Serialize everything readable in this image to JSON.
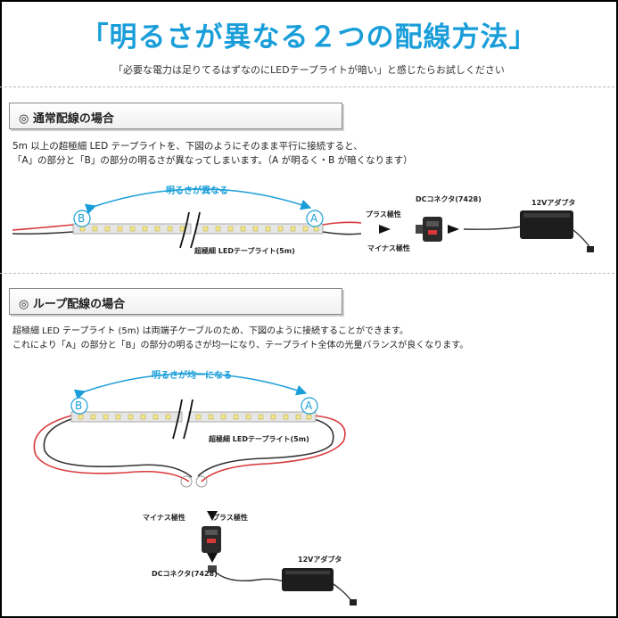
{
  "title": "「明るさが異なる２つの配線方法」",
  "subtitle": "「必要な電力は足りてるはずなのにLEDテープライトが暗い」と感じたらお試しください",
  "section1": {
    "heading": "◎ 通常配線の場合",
    "desc_line1": "5m 以上の超極細 LED テープライトを、下図のようにそのまま平行に接続すると、",
    "desc_line2": "「A」の部分と「B」の部分の明るさが異なってしまいます。（A が明るく・B が暗くなります）",
    "arrow_label": "明るさが異なる",
    "label_b": "B",
    "label_a": "A",
    "strip_label": "超極細 LEDテープライト(5m)",
    "plus_label": "プラス極性",
    "minus_label": "マイナス極性",
    "connector_label": "DCコネクタ(7428)",
    "adapter_label": "12Vアダプタ"
  },
  "section2": {
    "heading": "◎ ループ配線の場合",
    "desc_line1": "超極細 LED テープライト (5m) は両端子ケーブルのため、下図のように接続することができます。",
    "desc_line2": "これにより「A」の部分と「B」の部分の明るさが均一になり、テープライト全体の光量バランスが良くなります。",
    "arrow_label": "明るさが均一になる",
    "label_b": "B",
    "label_a": "A",
    "strip_label": "超極細 LEDテープライト(5m)",
    "minus_label": "マイナス極性",
    "plus_label": "プラス極性",
    "connector_label": "DCコネクタ(7428)",
    "adapter_label": "12Vアダプタ"
  },
  "colors": {
    "accent": "#1a9ed9",
    "wire_red": "#d9383a",
    "wire_black": "#333333"
  }
}
